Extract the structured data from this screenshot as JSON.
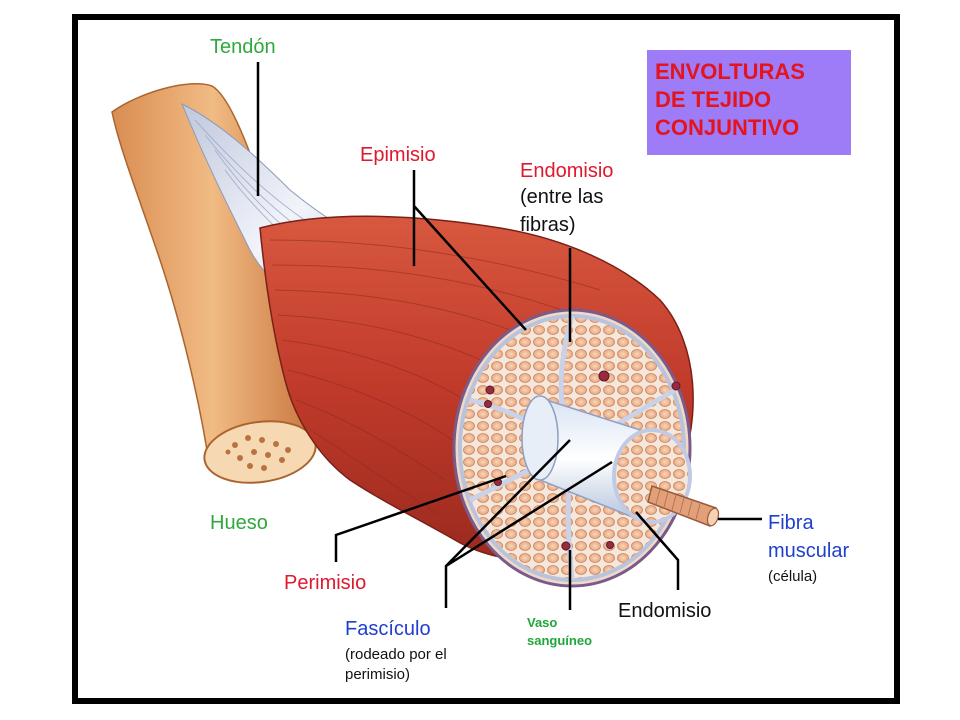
{
  "title": {
    "lines": [
      "ENVOLTURAS",
      "DE TEJIDO",
      "CONJUNTIVO"
    ]
  },
  "labels": {
    "tendon": "Tendón",
    "hueso": "Hueso",
    "epimisio": "Epimisio",
    "endomisio_top": {
      "title": "Endomisio",
      "sub1": "(entre las",
      "sub2": "fibras)"
    },
    "perimisio": "Perimisio",
    "fasciculo": {
      "title": "Fascículo",
      "sub1": "(rodeado por el",
      "sub2": "perimisio)"
    },
    "vaso": {
      "line1": "Vaso",
      "line2": "sanguíneo"
    },
    "endomisio_bottom": "Endomisio",
    "fibra": {
      "line1": "Fibra",
      "line2": "muscular",
      "sub": "(célula)"
    }
  },
  "colors": {
    "title_box": "#9e7cf7",
    "title_text": "#e3141e",
    "green": "#2eaa3c",
    "red": "#e0182e",
    "blue": "#1f3fcf",
    "muscle": "#c8402f",
    "bone": "#e7a56e",
    "tendon": "#dfe4ef"
  }
}
